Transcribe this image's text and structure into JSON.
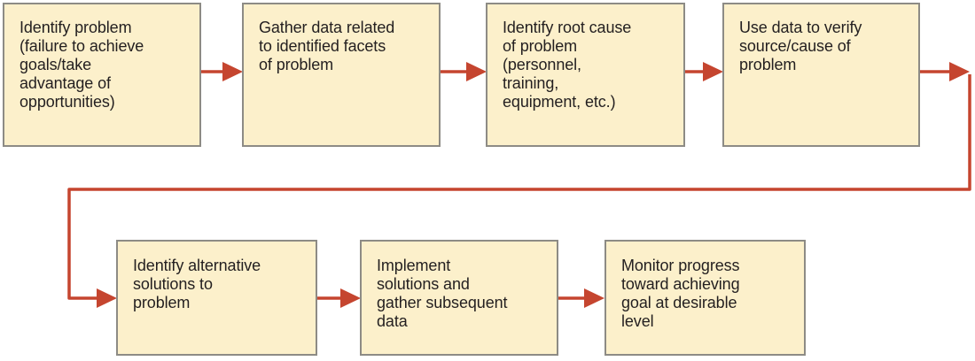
{
  "colors": {
    "background": "#ffffff",
    "box_fill": "#fcf0cb",
    "box_border": "#8d8b85",
    "arrow": "#c5452f",
    "text": "#231f20"
  },
  "steps": [
    {
      "id": 1,
      "label": "Identify problem\n(failure to achieve\ngoals/take\nadvantage of\nopportunities)"
    },
    {
      "id": 2,
      "label": "Gather data related\nto identified facets\nof problem"
    },
    {
      "id": 3,
      "label": "Identify root cause\nof problem\n(personnel,\ntraining,\nequipment, etc.)"
    },
    {
      "id": 4,
      "label": "Use data to verify\nsource/cause of\nproblem"
    },
    {
      "id": 5,
      "label": "Identify alternative\nsolutions to\nproblem"
    },
    {
      "id": 6,
      "label": "Implement\nsolutions and\ngather subsequent\ndata"
    },
    {
      "id": 7,
      "label": "Monitor progress\ntoward achieving\ngoal at desirable\nlevel"
    }
  ],
  "flow": [
    {
      "from": 1,
      "to": 2
    },
    {
      "from": 2,
      "to": 3
    },
    {
      "from": 3,
      "to": 4
    },
    {
      "from": 4,
      "to": 5
    },
    {
      "from": 5,
      "to": 6
    },
    {
      "from": 6,
      "to": 7
    }
  ]
}
